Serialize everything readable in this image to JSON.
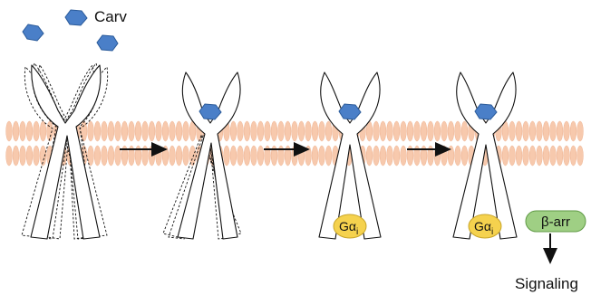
{
  "ligand": {
    "label": "Carv",
    "color": "#4a7fc8",
    "stroke": "#2b5b9a"
  },
  "membrane": {
    "color": "#f7c9ad"
  },
  "g_protein": {
    "label_main": "Gα",
    "label_sub": "i",
    "color": "#f5d24e"
  },
  "beta_arrestin": {
    "label": "β-arr",
    "color": "#9fcf84"
  },
  "output": {
    "label": "Signaling"
  },
  "stages": [
    {
      "state": "inactive ensemble"
    },
    {
      "state": "ligand bound"
    },
    {
      "state": "G protein coupled"
    },
    {
      "state": "G protein and β-arrestin coupled"
    }
  ]
}
